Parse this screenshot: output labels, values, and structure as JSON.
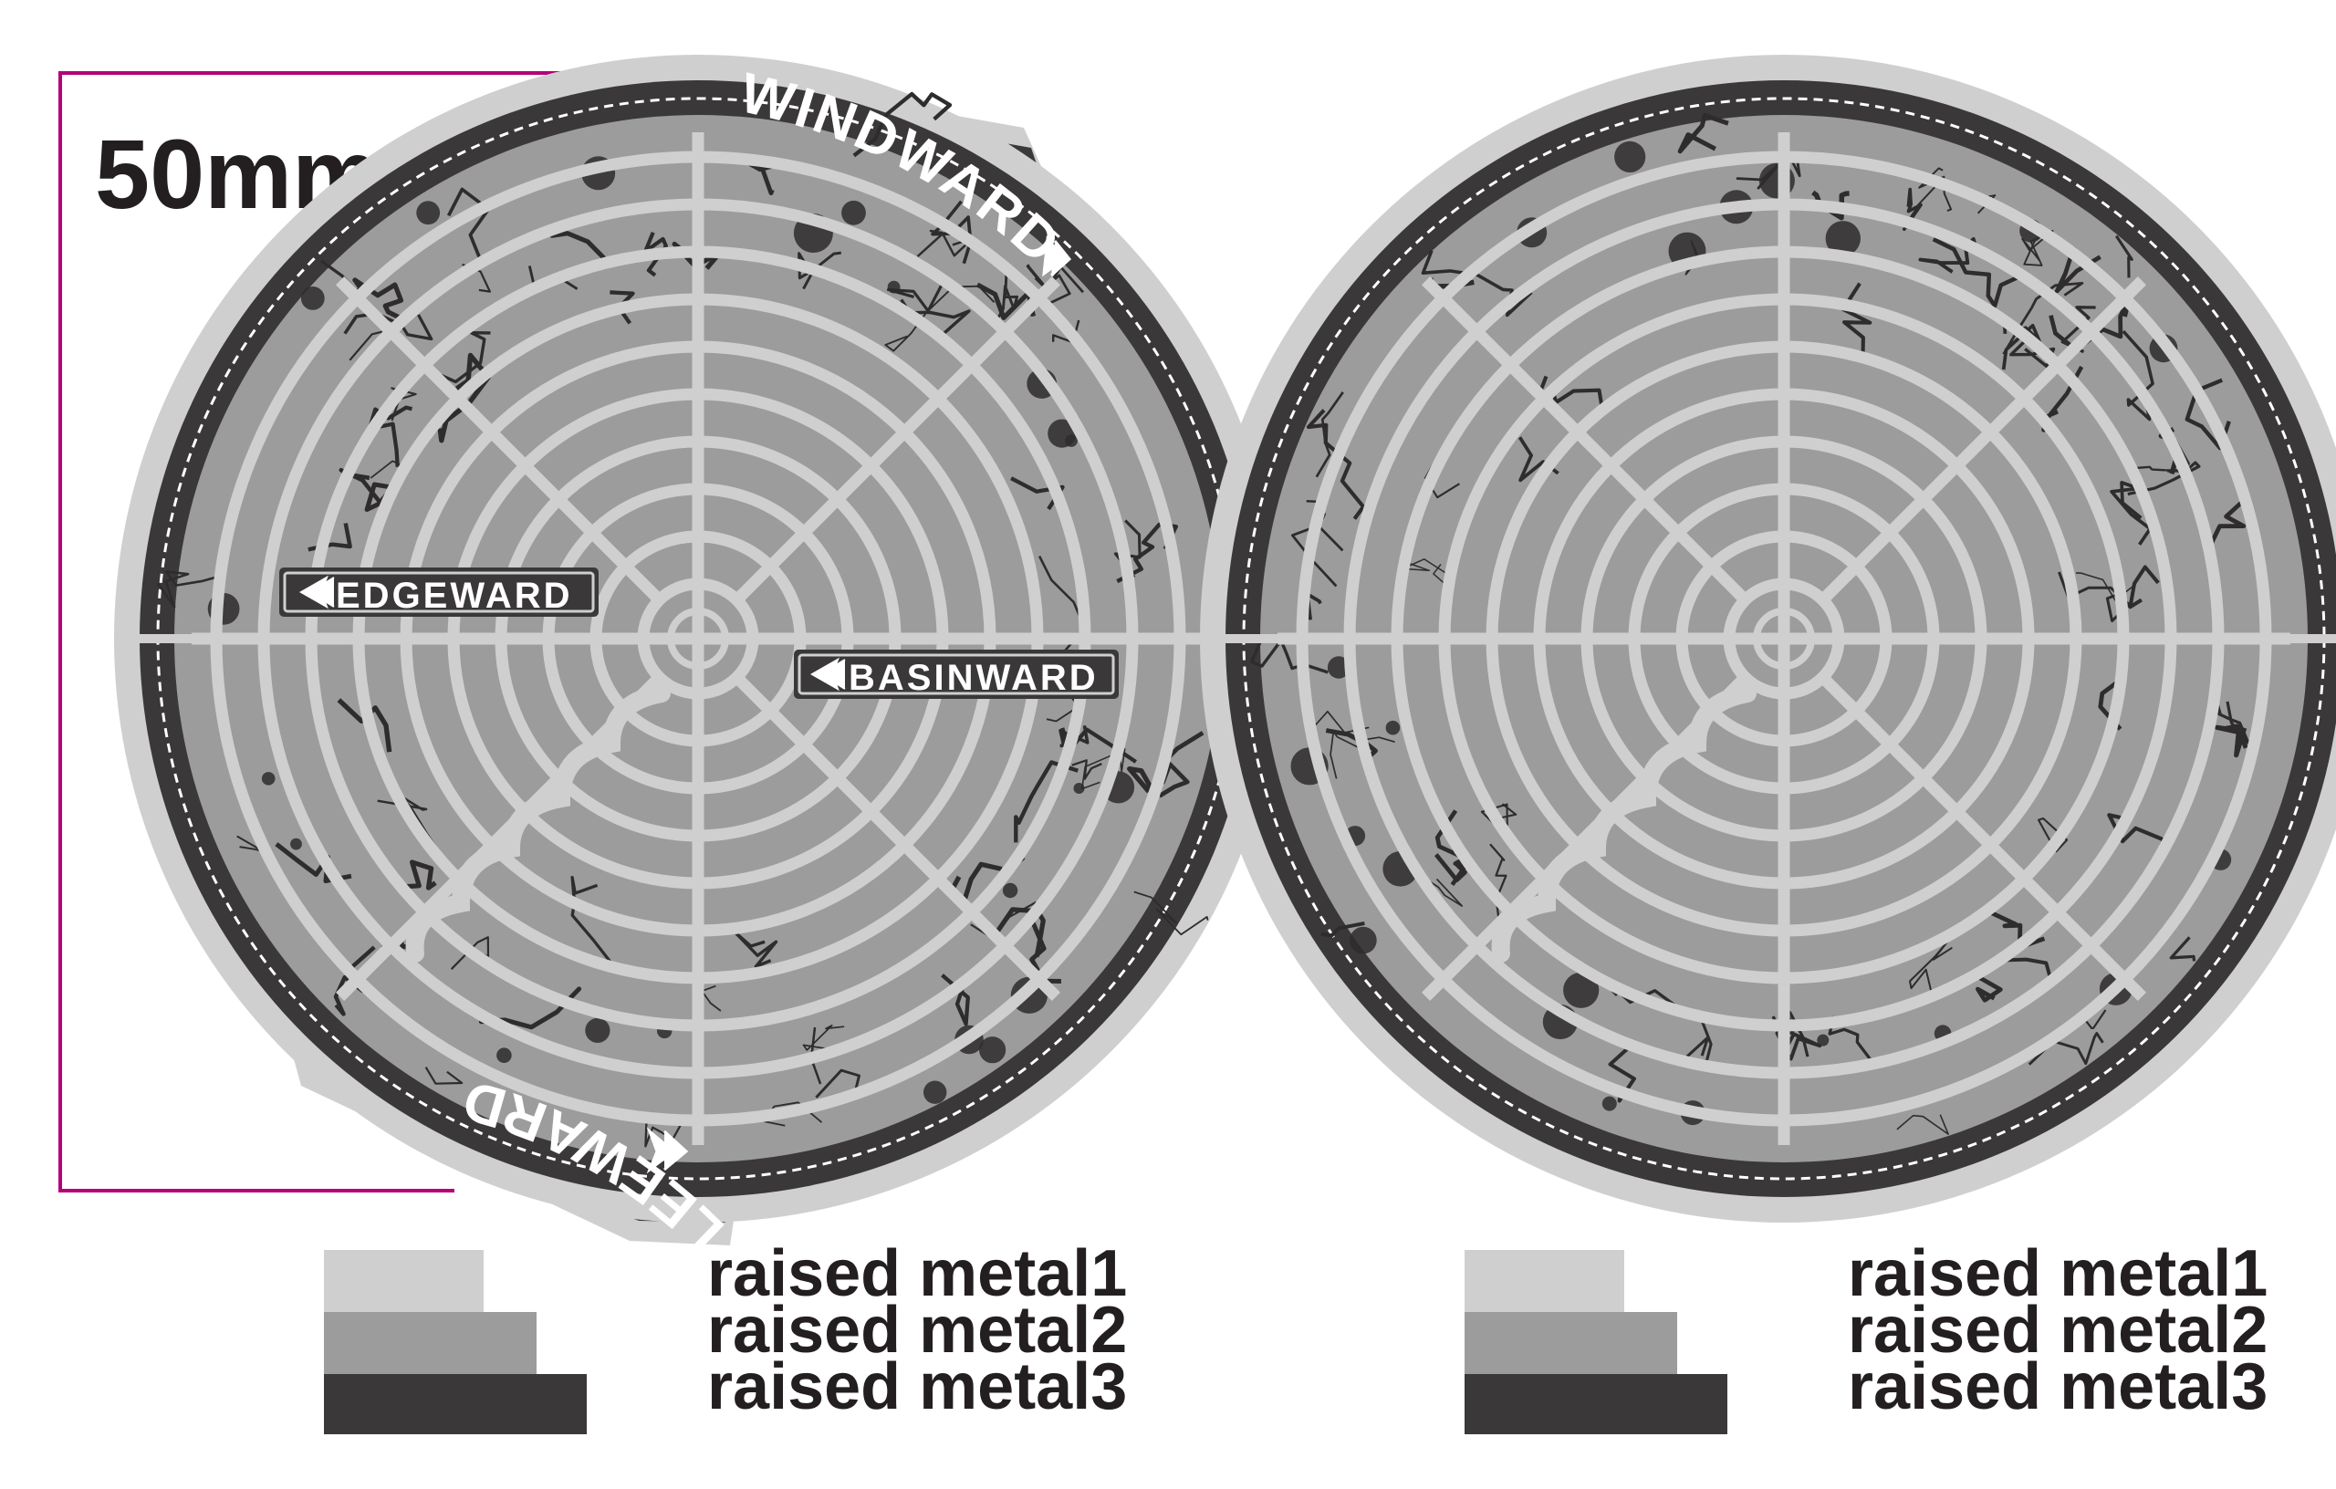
{
  "scale_label": "50mm",
  "colors": {
    "metal1": "#cfcfcf",
    "metal2": "#9c9c9c",
    "metal3": "#3a3839",
    "scale_line": "#b5007a",
    "text": "#231f20",
    "crack": "#2e2c2d"
  },
  "left_disc": {
    "labels": {
      "windward": "WINDWARD",
      "edgeward": "EDGEWARD",
      "basinward": "BASINWARD",
      "leeward": "LEEWARD"
    }
  },
  "right_disc": {},
  "legend_left": {
    "items": [
      {
        "label": "raised metal1",
        "icon": "metal1-swatch"
      },
      {
        "label": "raised metal2",
        "icon": "metal2-swatch"
      },
      {
        "label": "raised metal3",
        "icon": "metal3-swatch"
      }
    ]
  },
  "legend_right": {
    "items": [
      {
        "label": "raised metal1",
        "icon": "metal1-swatch"
      },
      {
        "label": "raised metal2",
        "icon": "metal2-swatch"
      },
      {
        "label": "raised metal3",
        "icon": "metal3-swatch"
      }
    ]
  }
}
